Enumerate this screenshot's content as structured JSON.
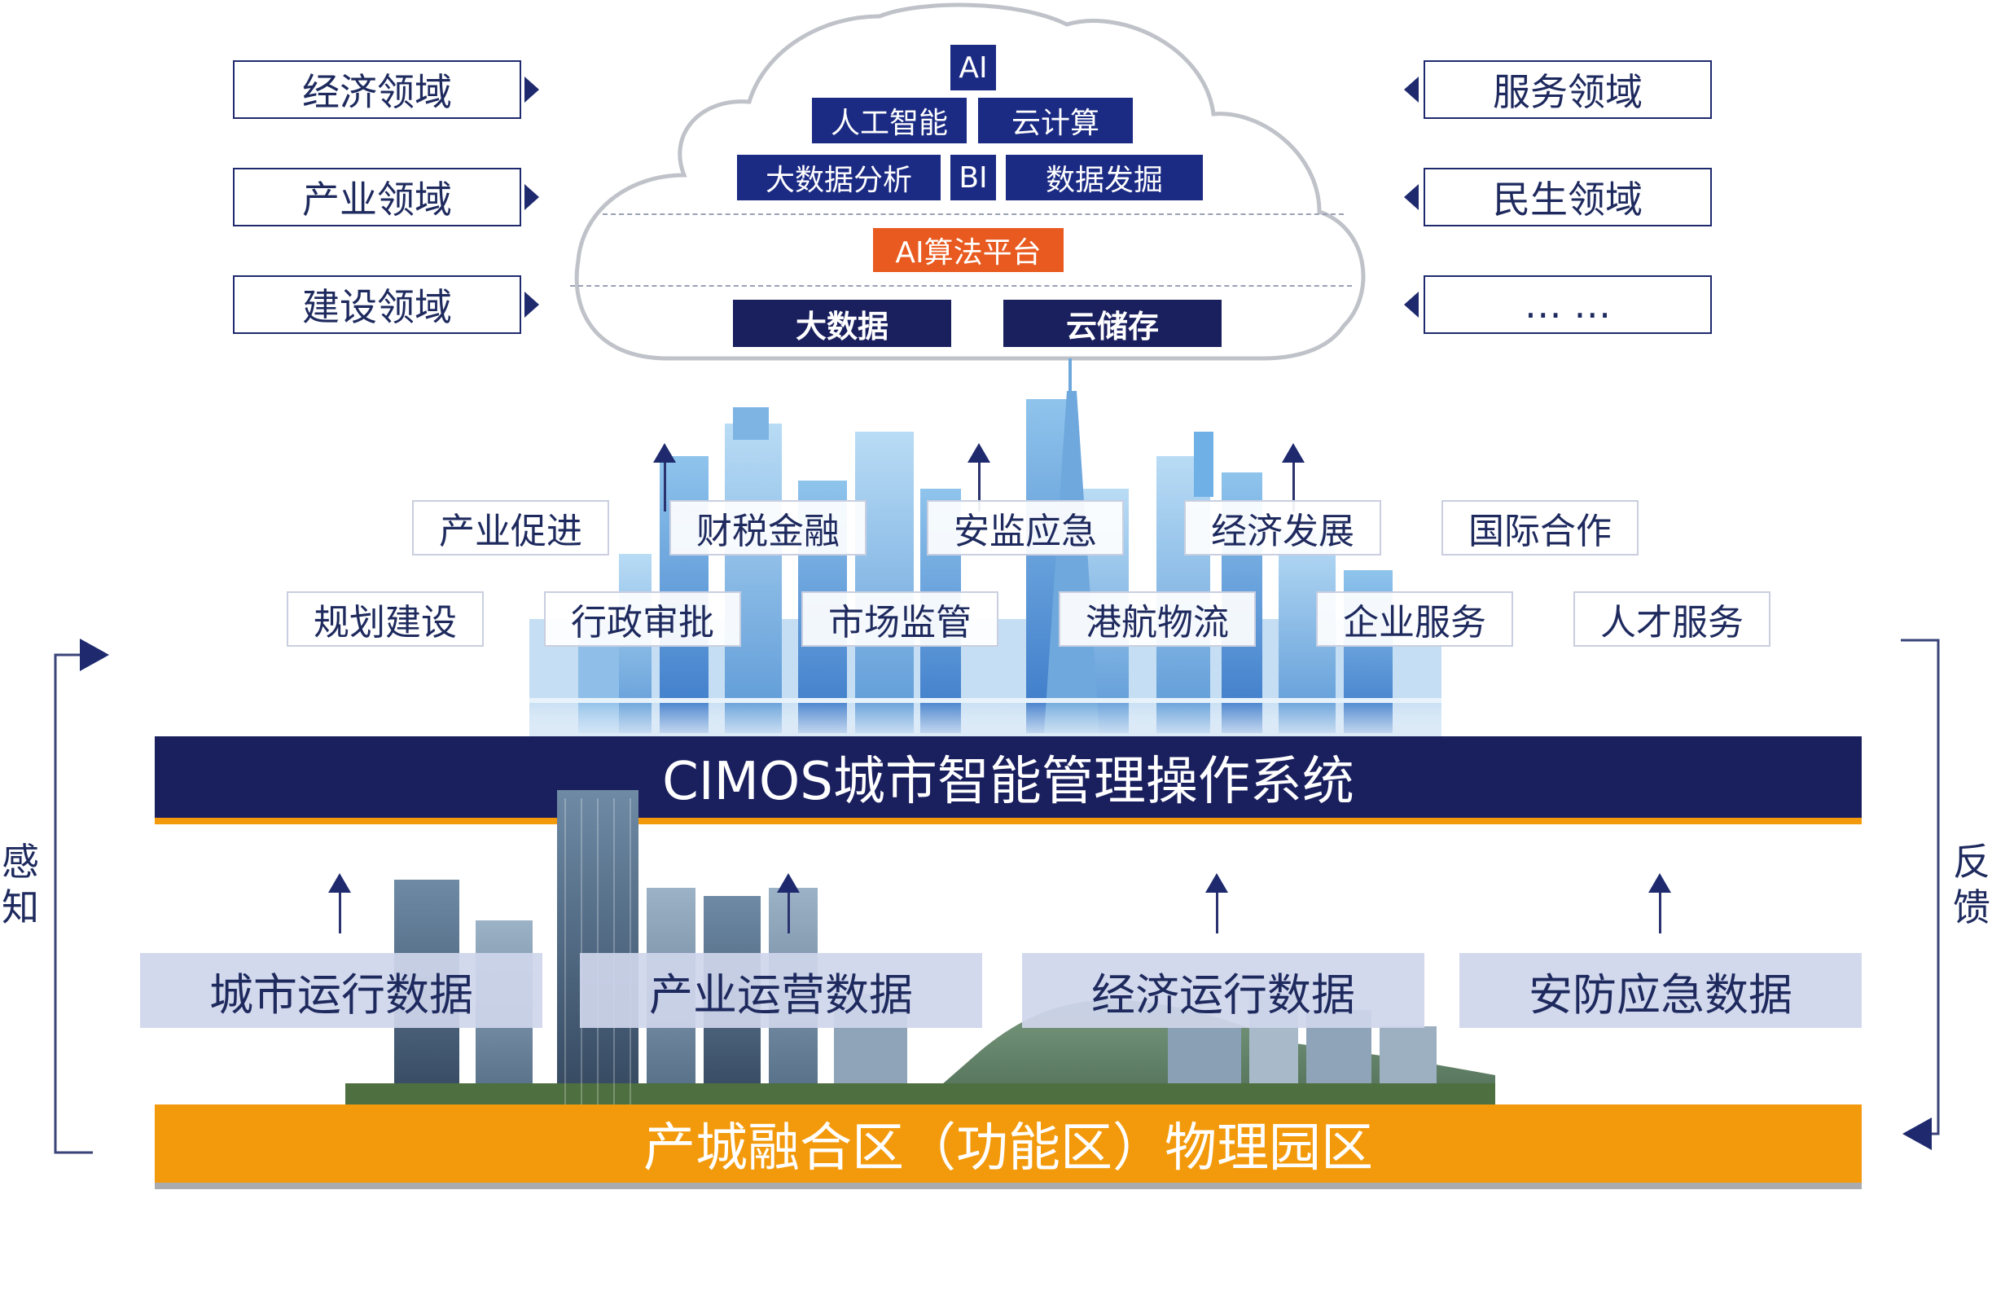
{
  "left_domains": [
    "经济领域",
    "产业领域",
    "建设领域"
  ],
  "right_domains": [
    "服务领域",
    "民生领域",
    "… …"
  ],
  "cloud": {
    "ai": "AI",
    "row1": [
      "人工智能",
      "云计算"
    ],
    "row2": [
      "大数据分析",
      "BI",
      "数据发掘"
    ],
    "platform": "AI算法平台",
    "storage": [
      "大数据",
      "云储存"
    ]
  },
  "services_row1": [
    "产业促进",
    "财税金融",
    "安监应急",
    "经济发展",
    "国际合作"
  ],
  "services_row2": [
    "规划建设",
    "行政审批",
    "市场监管",
    "港航物流",
    "企业服务",
    "人才服务"
  ],
  "os_bar": "CIMOS城市智能管理操作系统",
  "data_blocks": [
    "城市运行数据",
    "产业运营数据",
    "经济运行数据",
    "安防应急数据"
  ],
  "park_bar": "产城融合区（功能区）物理园区",
  "side_labels": {
    "left": [
      "感",
      "知"
    ],
    "right": [
      "反",
      "馈"
    ]
  },
  "colors": {
    "navy": "#1a1f5e",
    "cloud_blue": "#1b2a83",
    "orange_bar": "#f39a0c",
    "orange_platform": "#e85a1f",
    "data_block_bg": "#cfd6ec"
  }
}
